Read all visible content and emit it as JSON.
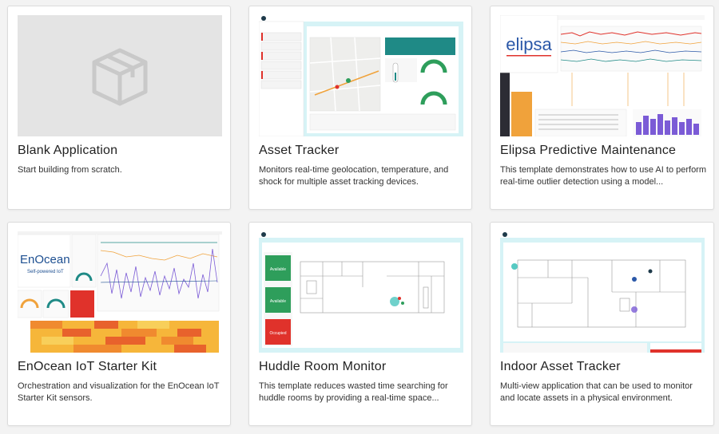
{
  "templates": [
    {
      "title": "Blank Application",
      "description": "Start building from scratch."
    },
    {
      "title": "Asset Tracker",
      "description": "Monitors real-time geolocation, temperature, and shock for multiple asset tracking devices."
    },
    {
      "title": "Elipsa Predictive Maintenance",
      "description": "This template demonstrates how to use AI to perform real-time outlier detection using a model..."
    },
    {
      "title": "EnOcean IoT Starter Kit",
      "description": "Orchestration and visualization for the EnOcean IoT Starter Kit sensors."
    },
    {
      "title": "Huddle Room Monitor",
      "description": "This template reduces wasted time searching for huddle rooms by providing a real-time space..."
    },
    {
      "title": "Indoor Asset Tracker",
      "description": "Multi-view application that can be used to monitor and locate assets in a physical environment."
    }
  ],
  "logos": {
    "elipsa": "elipsa",
    "enocean": "EnOcean",
    "enocean_tagline": "Self-powered IoT"
  },
  "room_status": [
    "Available",
    "Available",
    "Occupied"
  ],
  "colors": {
    "cyan_frame": "#d6f3f6",
    "teal": "#1f8a86",
    "green": "#2e9e5b",
    "red": "#e0322b",
    "purple": "#7b5bd6",
    "elipsa_blue": "#2b58a8",
    "orange": "#f0a23b",
    "page_bg": "#f3f3f3"
  },
  "icons": {
    "blank": "box-icon"
  }
}
